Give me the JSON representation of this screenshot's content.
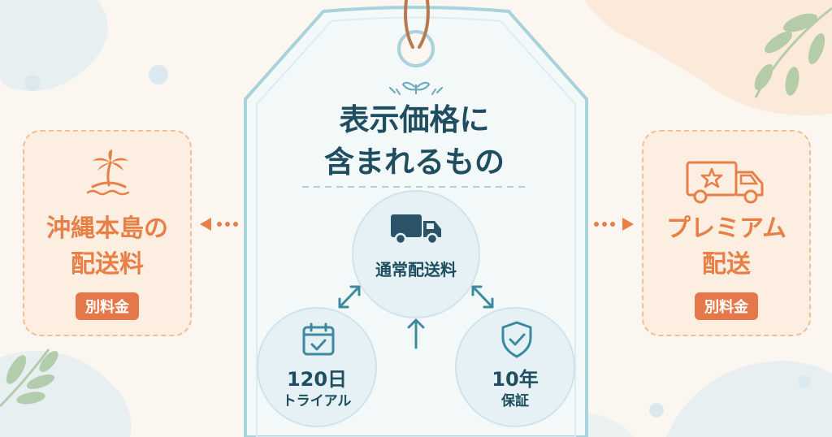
{
  "tag": {
    "title_line1": "表示価格に",
    "title_line2": "含まれるもの"
  },
  "included": {
    "center": {
      "label": "通常配送料",
      "icon": "truck-icon"
    },
    "left": {
      "line1": "120日",
      "line2": "トライアル",
      "icon": "calendar-check-icon"
    },
    "right": {
      "line1": "10年",
      "line2": "保証",
      "icon": "shield-check-icon"
    }
  },
  "excluded": {
    "left": {
      "line1": "沖縄本島の",
      "line2": "配送料",
      "badge": "別料金",
      "icon": "palm-island-icon"
    },
    "right": {
      "line1": "プレミアム",
      "line2": "配送",
      "badge": "別料金",
      "icon": "star-truck-icon"
    }
  },
  "colors": {
    "teal": "#1e4e5f",
    "accent_teal": "#3c8aa0",
    "orange": "#e87f47",
    "badge_orange": "#e4784a",
    "background": "#fbf6ef"
  }
}
